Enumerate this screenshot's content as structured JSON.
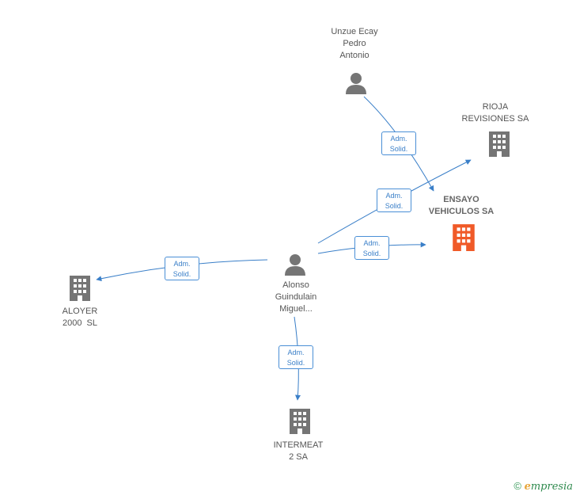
{
  "colors": {
    "edge": "#3a7fc8",
    "person": "#757575",
    "company": "#757575",
    "focus_company": "#f05a28"
  },
  "nodes": {
    "unzue": {
      "lines": [
        "Unzue Ecay",
        "Pedro",
        "Antonio"
      ],
      "icon": "person-icon"
    },
    "rioja": {
      "lines": [
        "RIOJA",
        "REVISIONES SA"
      ],
      "icon": "building-icon"
    },
    "ensayo": {
      "lines": [
        "ENSAYO",
        "VEHICULOS SA"
      ],
      "icon": "building-icon"
    },
    "alonso": {
      "lines": [
        "Alonso",
        "Guindulain",
        "Miguel..."
      ],
      "icon": "person-icon"
    },
    "aloyer": {
      "lines": [
        "ALOYER",
        "2000  SL"
      ],
      "icon": "building-icon"
    },
    "intermeat": {
      "lines": [
        "INTERMEAT",
        "2 SA"
      ],
      "icon": "building-icon"
    }
  },
  "edges": [
    {
      "from": "unzue",
      "to": "ensayo",
      "label": [
        "Adm.",
        "Solid."
      ]
    },
    {
      "from": "alonso",
      "to": "rioja",
      "label": [
        "Adm.",
        "Solid."
      ]
    },
    {
      "from": "alonso",
      "to": "ensayo",
      "label": [
        "Adm.",
        "Solid."
      ]
    },
    {
      "from": "alonso",
      "to": "aloyer",
      "label": [
        "Adm.",
        "Solid."
      ]
    },
    {
      "from": "alonso",
      "to": "intermeat",
      "label": [
        "Adm.",
        "Solid."
      ]
    }
  ],
  "footer": {
    "copyright": "©",
    "brand_initial": "e",
    "brand_rest": "mpresia"
  }
}
